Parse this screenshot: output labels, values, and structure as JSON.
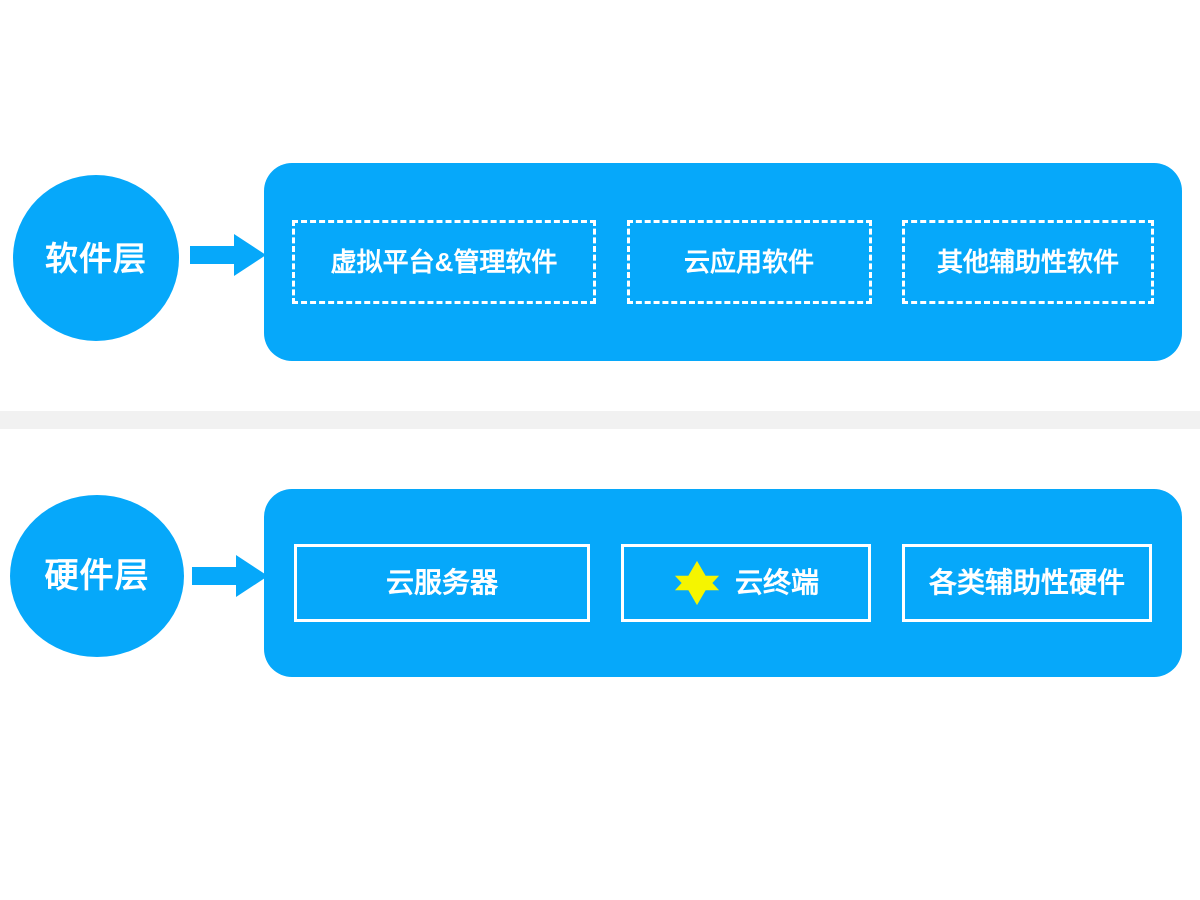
{
  "diagram": {
    "title": "",
    "colors": {
      "primary_blue": "#06a8fa",
      "panel_blue": "#06a8fa",
      "divider_gray": "#f1f1f1",
      "chip_border": "#ffffff",
      "star_yellow": "#f5f500",
      "background": "#ffffff"
    },
    "layers": [
      {
        "id": "software",
        "badge_label": "软件层",
        "arrow_icon": "right-arrow-icon",
        "chip_style": "dashed",
        "items": [
          {
            "label": "虚拟平台&管理软件",
            "icon": null
          },
          {
            "label": "云应用软件",
            "icon": null
          },
          {
            "label": "其他辅助性软件",
            "icon": null
          }
        ]
      },
      {
        "id": "hardware",
        "badge_label": "硬件层",
        "arrow_icon": "right-arrow-icon",
        "chip_style": "solid",
        "items": [
          {
            "label": "云服务器",
            "icon": null
          },
          {
            "label": "云终端",
            "icon": "six-point-star-icon"
          },
          {
            "label": "各类辅助性硬件",
            "icon": null
          }
        ]
      }
    ]
  }
}
